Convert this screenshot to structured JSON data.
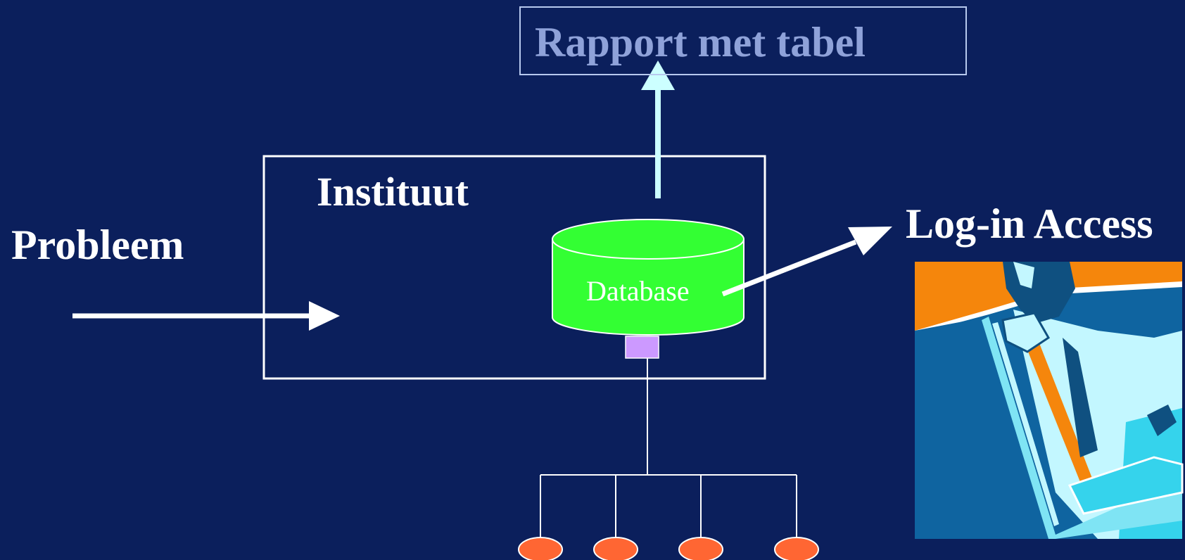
{
  "diagram": {
    "report_label": "Rapport met tabel",
    "institute_label": "Instituut",
    "problem_label": "Probleem",
    "login_label": "Log-in Access",
    "database_label": "Database"
  },
  "colors": {
    "background": "#0b1f5c",
    "database": "#33ff33",
    "connector": "#cc99ff",
    "node": "#ff6633",
    "report_text": "#8fa2d9",
    "up_arrow": "#ccffff"
  },
  "icons": [
    "man-at-laptop-clipart-icon"
  ]
}
